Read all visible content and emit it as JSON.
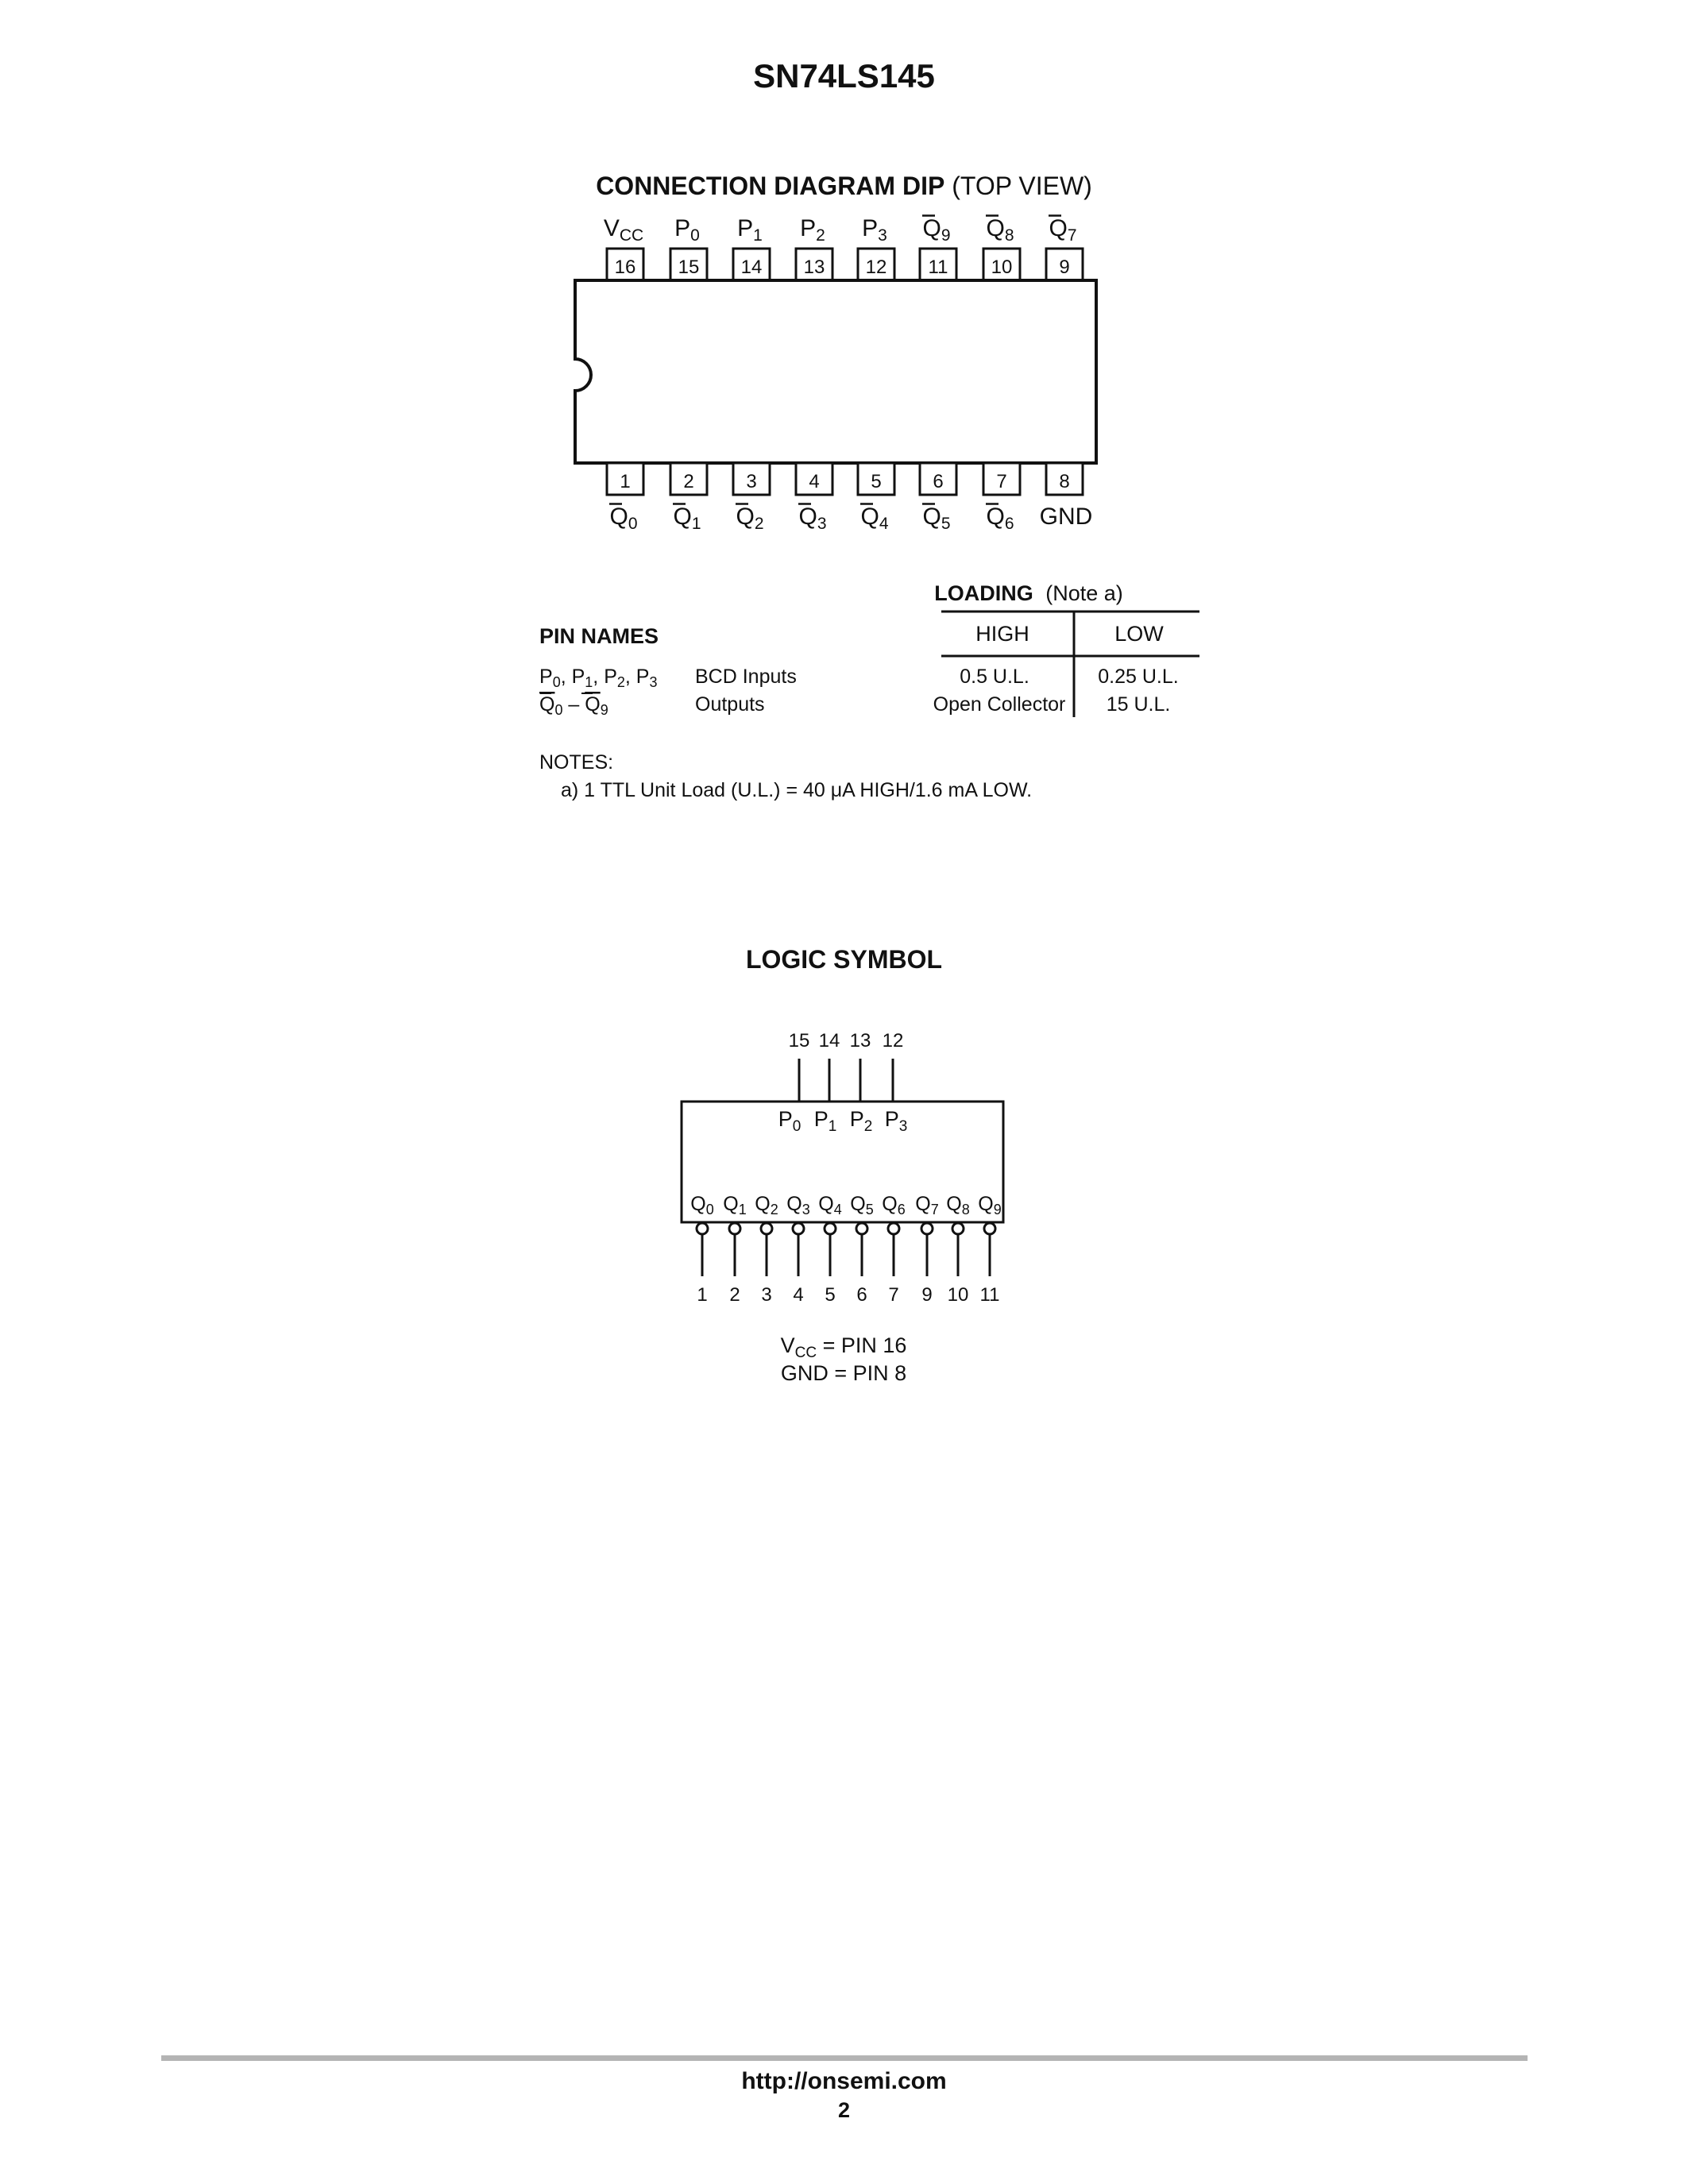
{
  "header": {
    "title": "SN74LS145"
  },
  "connection_diagram": {
    "title_bold": "CONNECTION DIAGRAM DIP",
    "title_normal": "(TOP VIEW)",
    "top_pins": [
      {
        "num": "16",
        "name": "V",
        "sub": "CC",
        "bar": false
      },
      {
        "num": "15",
        "name": "P",
        "sub": "0",
        "bar": false
      },
      {
        "num": "14",
        "name": "P",
        "sub": "1",
        "bar": false
      },
      {
        "num": "13",
        "name": "P",
        "sub": "2",
        "bar": false
      },
      {
        "num": "12",
        "name": "P",
        "sub": "3",
        "bar": false
      },
      {
        "num": "11",
        "name": "Q",
        "sub": "9",
        "bar": true
      },
      {
        "num": "10",
        "name": "Q",
        "sub": "8",
        "bar": true
      },
      {
        "num": "9",
        "name": "Q",
        "sub": "7",
        "bar": true
      }
    ],
    "bottom_pins": [
      {
        "num": "1",
        "name": "Q",
        "sub": "0",
        "bar": true
      },
      {
        "num": "2",
        "name": "Q",
        "sub": "1",
        "bar": true
      },
      {
        "num": "3",
        "name": "Q",
        "sub": "2",
        "bar": true
      },
      {
        "num": "4",
        "name": "Q",
        "sub": "3",
        "bar": true
      },
      {
        "num": "5",
        "name": "Q",
        "sub": "4",
        "bar": true
      },
      {
        "num": "6",
        "name": "Q",
        "sub": "5",
        "bar": true
      },
      {
        "num": "7",
        "name": "Q",
        "sub": "6",
        "bar": true
      },
      {
        "num": "8",
        "name": "GND",
        "sub": "",
        "bar": false
      }
    ]
  },
  "loading_table": {
    "loading_label": "LOADING",
    "loading_note": "(Note a)",
    "pin_names_label": "PIN NAMES",
    "col_high": "HIGH",
    "col_low": "LOW",
    "rows": [
      {
        "pins_text": "P0, P1, P2, P3",
        "description": "BCD Inputs",
        "high": "0.5 U.L.",
        "low": "0.25 U.L."
      },
      {
        "pins_text": "Q0 – Q9",
        "description": "Outputs",
        "high": "Open Collector",
        "low": "15 U.L."
      }
    ]
  },
  "notes": {
    "label": "NOTES:",
    "items": [
      "a) 1 TTL Unit Load (U.L.) = 40 μA HIGH/1.6 mA LOW."
    ]
  },
  "logic_symbol": {
    "title": "LOGIC SYMBOL",
    "input_pin_numbers": [
      "15",
      "14",
      "13",
      "12"
    ],
    "input_names": [
      "P0",
      "P1",
      "P2",
      "P3"
    ],
    "output_names": [
      "Q0",
      "Q1",
      "Q2",
      "Q3",
      "Q4",
      "Q5",
      "Q6",
      "Q7",
      "Q8",
      "Q9"
    ],
    "output_pin_numbers": [
      "1",
      "2",
      "3",
      "4",
      "5",
      "6",
      "7",
      "9",
      "10",
      "11"
    ],
    "vcc_note": "VCC = PIN 16",
    "gnd_note": "GND = PIN 8"
  },
  "footer": {
    "url": "http://onsemi.com",
    "page_number": "2"
  }
}
